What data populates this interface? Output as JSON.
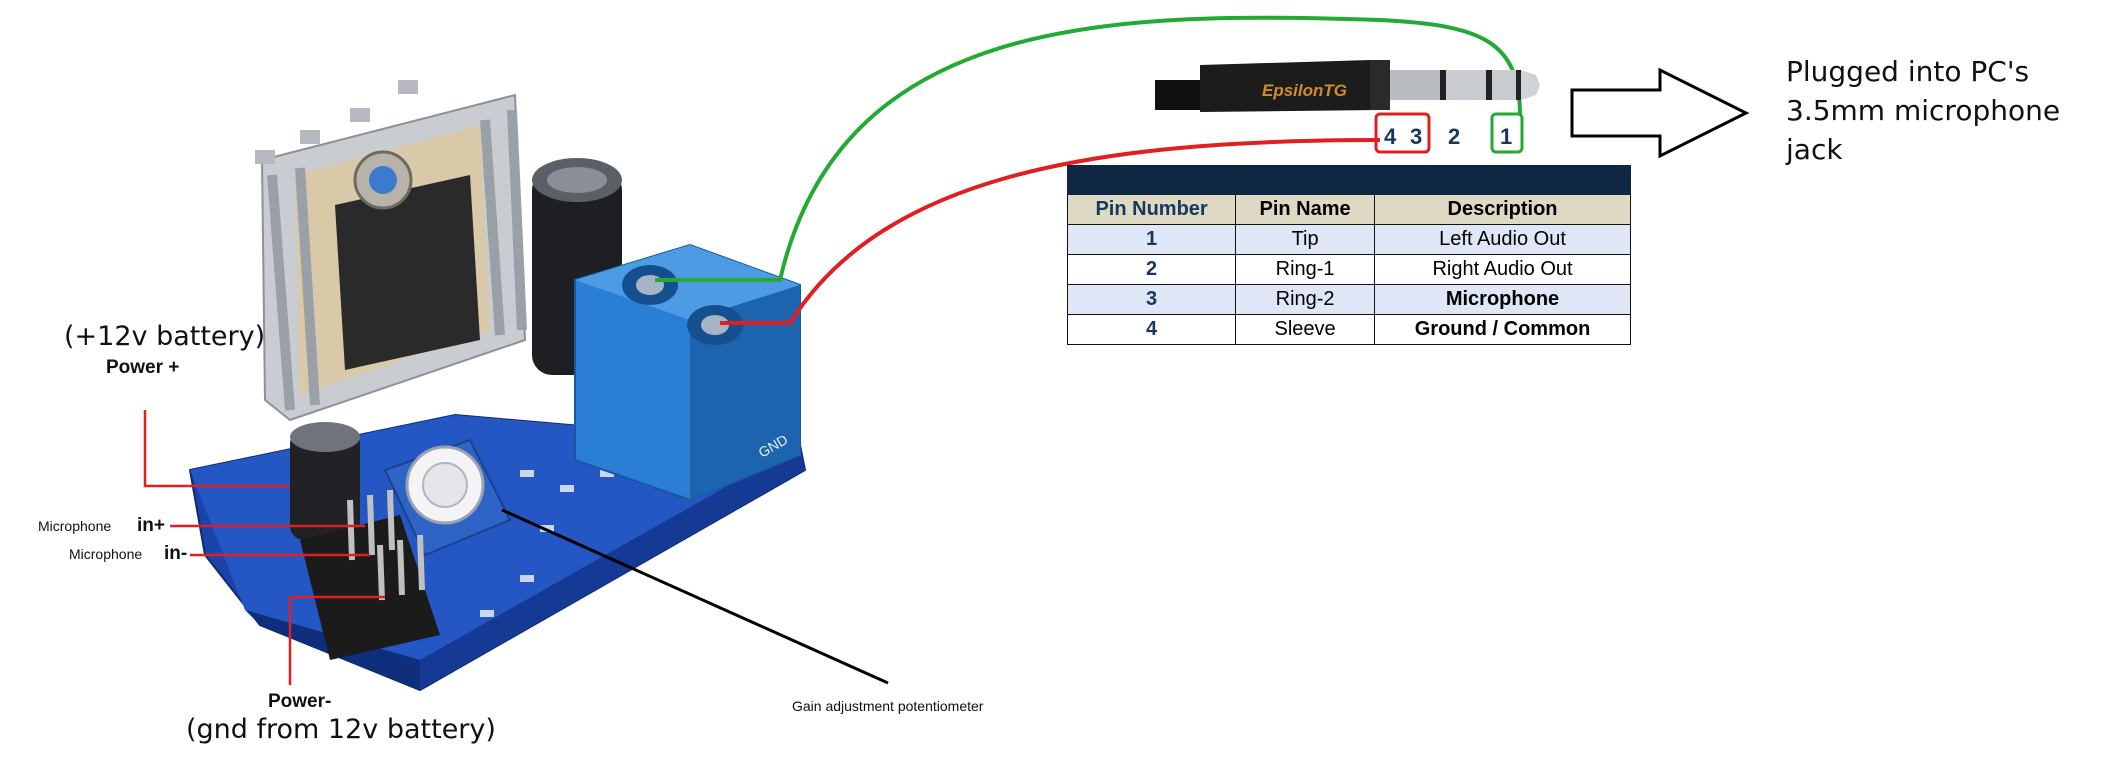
{
  "colors": {
    "wire_green": "#22aa33",
    "wire_red": "#e02020",
    "board_blue": "#1e4fb5",
    "terminal_blue": "#2a7fd4",
    "table_header_bar": "#0f2742",
    "table_header_bg": "#ddd9c3",
    "table_alt_row": "#dfe6f5"
  },
  "labels": {
    "power_plus_top": "(+12v battery)",
    "power_plus": "Power +",
    "mic_in_plus_prefix": "Microphone",
    "mic_in_plus": "in+",
    "mic_in_minus_prefix": "Microphone",
    "mic_in_minus": "in-",
    "power_minus": "Power-",
    "power_minus_bottom": "(gnd from 12v battery)",
    "gain_pot": "Gain adjustment potentiometer",
    "plug_brand": "EpsilonTG",
    "plug_pin_4": "4",
    "plug_pin_3": "3",
    "plug_pin_2": "2",
    "plug_pin_1": "1",
    "destination_line1": "Plugged into PC's",
    "destination_line2": "3.5mm microphone",
    "destination_line3": "jack"
  },
  "table": {
    "headers": [
      "Pin Number",
      "Pin Name",
      "Description"
    ],
    "rows": [
      {
        "num": "1",
        "name": "Tip",
        "desc": "Left Audio Out"
      },
      {
        "num": "2",
        "name": "Ring-1",
        "desc": "Right Audio Out"
      },
      {
        "num": "3",
        "name": "Ring-2",
        "desc": "Microphone"
      },
      {
        "num": "4",
        "name": "Sleeve",
        "desc": "Ground / Common"
      }
    ]
  }
}
